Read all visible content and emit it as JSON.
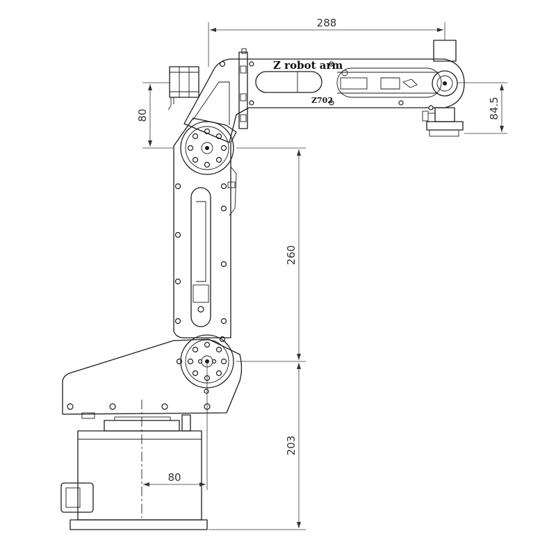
{
  "labels": {
    "arm_name": "Z robot arm",
    "model": "Z702"
  },
  "dimensions": {
    "top_reach": "288",
    "upper_height": "80",
    "tool_height": "84.5",
    "arm_length": "260",
    "base_height": "203",
    "base_offset": "80"
  },
  "colors": {
    "line": "#1a1a1a",
    "dimension": "#333333",
    "background": "#ffffff"
  },
  "icons": [
    "arrowhead-icon",
    "bolt-icon",
    "joint-hub-icon",
    "motor-icon"
  ]
}
